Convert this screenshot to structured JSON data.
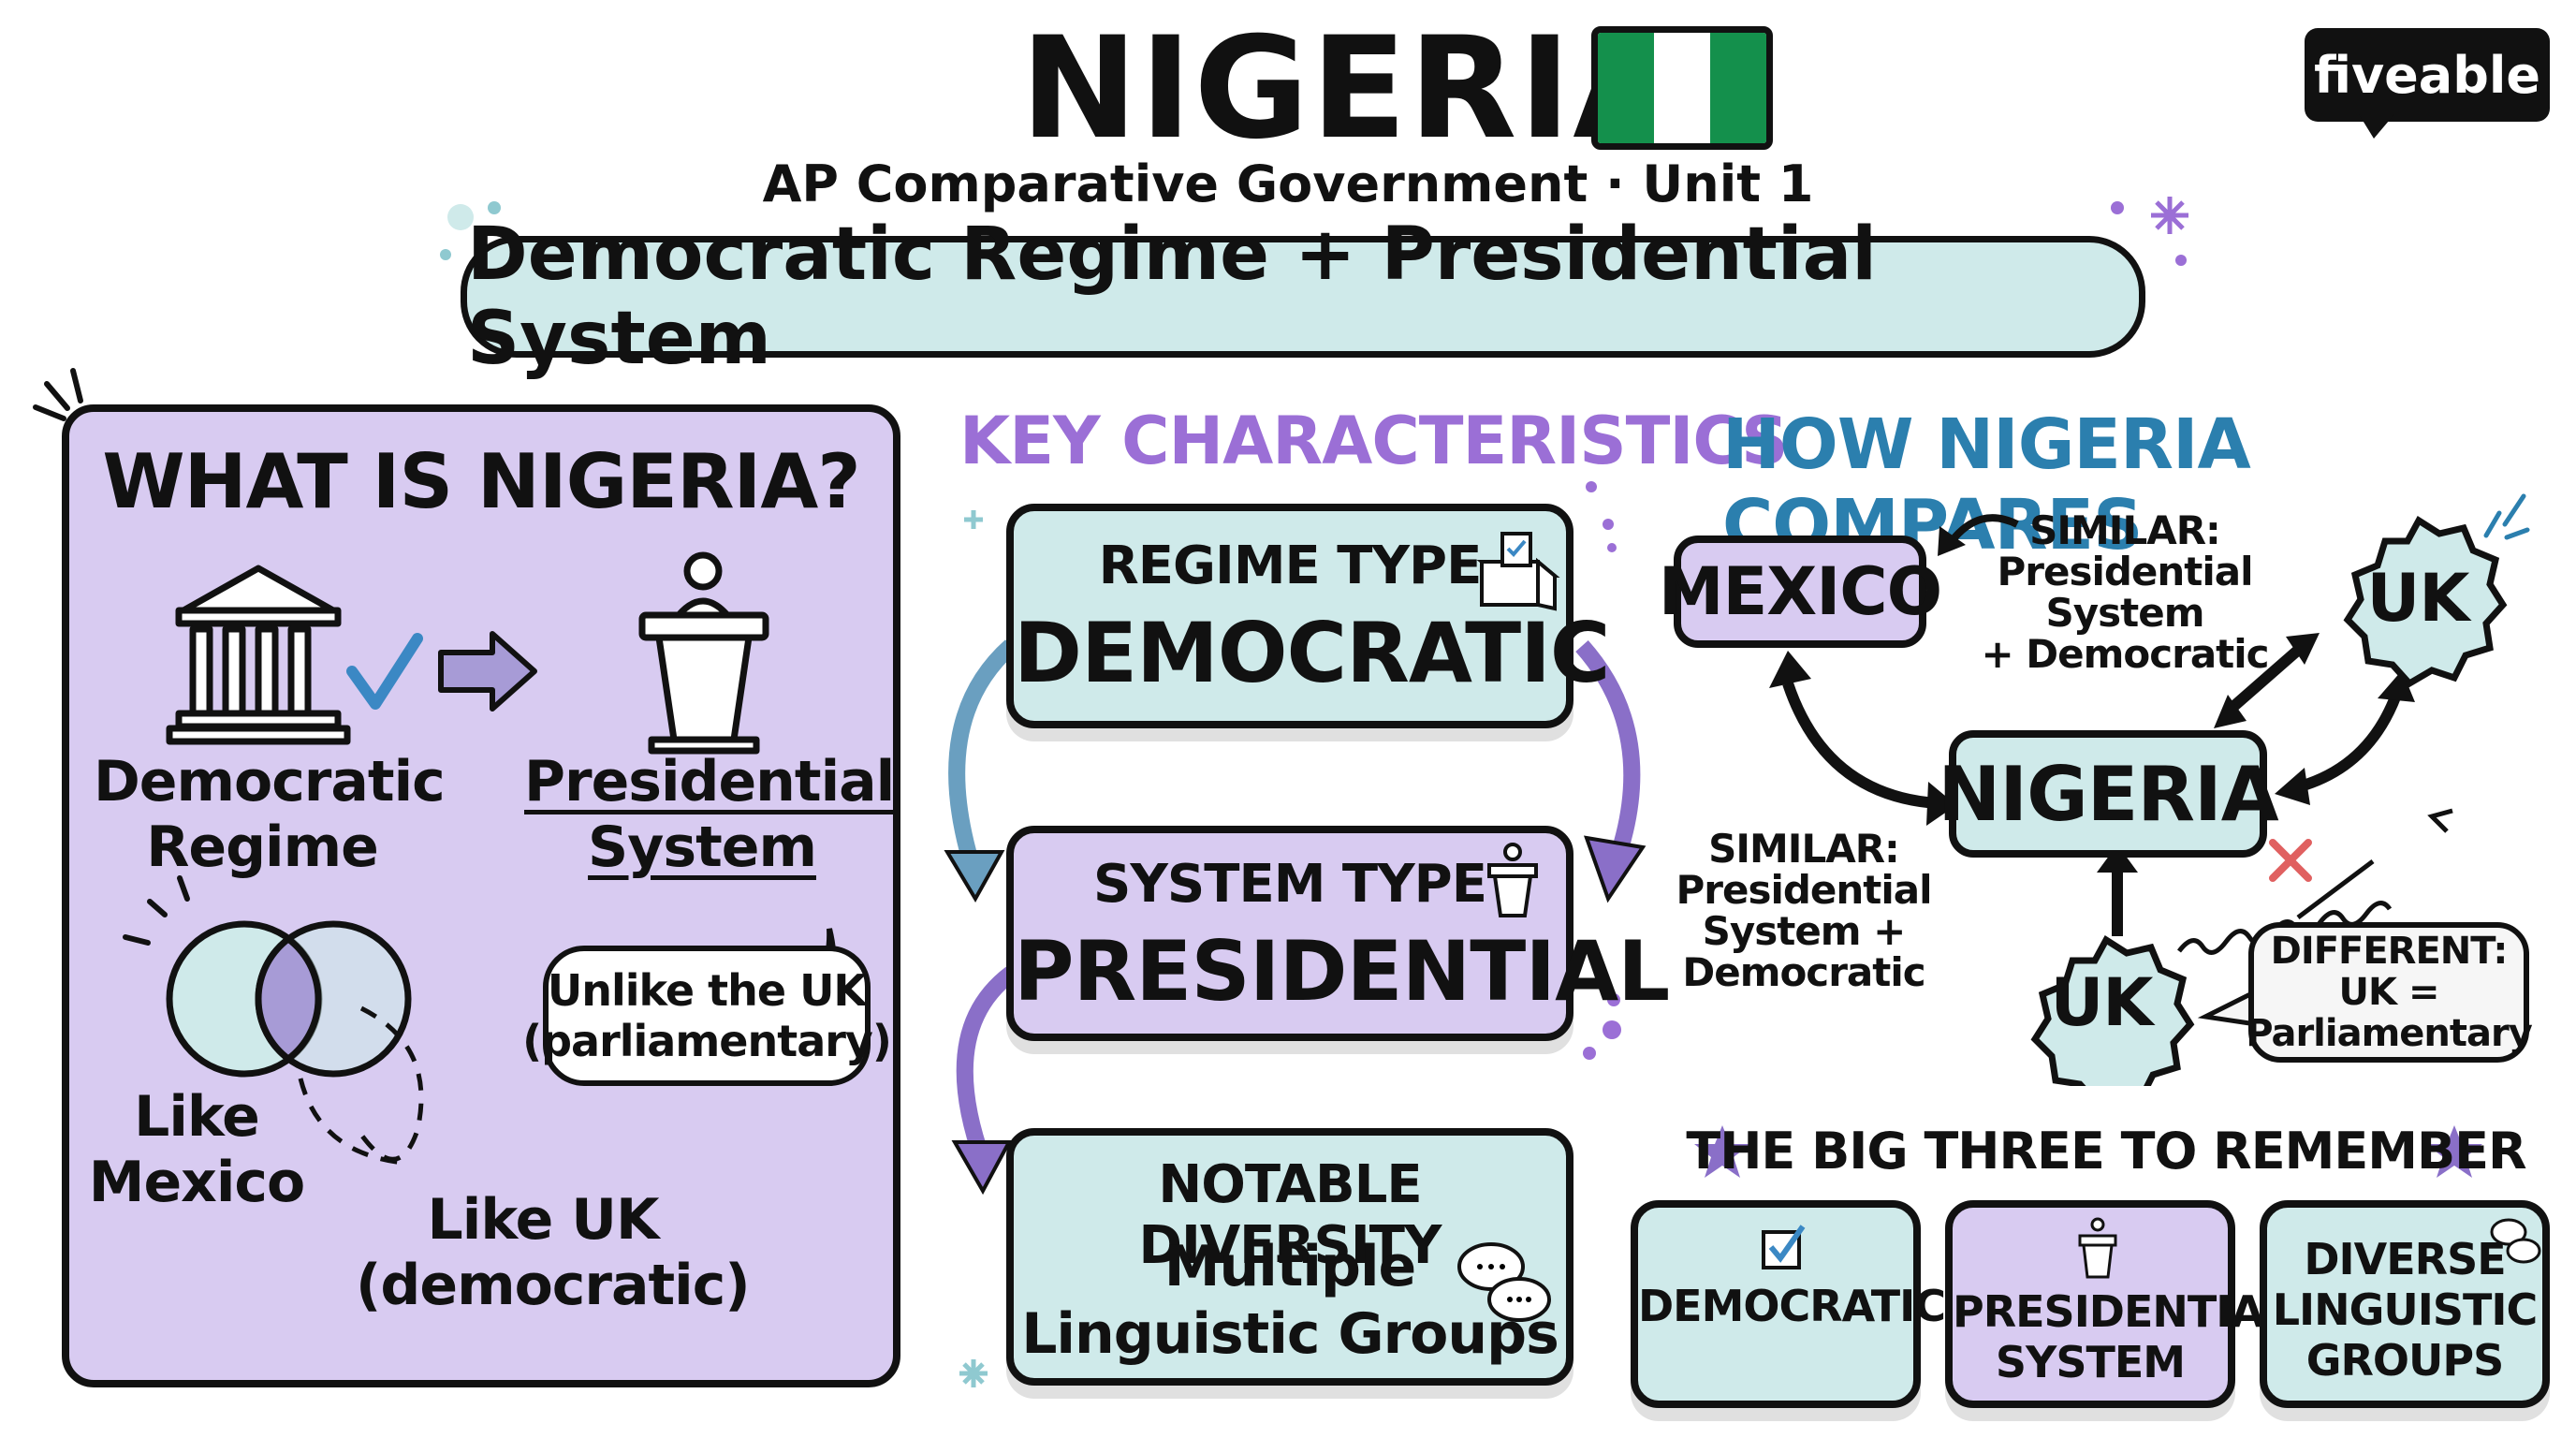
{
  "header": {
    "title": "NIGERIA",
    "subtitle": "AP Comparative Government · Unit 1",
    "banner": "Democratic Regime + Presidential System",
    "flag_colors": [
      "#14904c",
      "#ffffff",
      "#14904c"
    ]
  },
  "logo": {
    "text": "fiveable"
  },
  "left_panel": {
    "heading": "WHAT IS NIGERIA?",
    "democratic_label": "Democratic\nRegime",
    "presidential_label": "Presidential\nSystem",
    "unlike_bubble": "Unlike the UK\n(parliamentary)",
    "like_mexico": "Like\nMexico",
    "like_uk": "Like UK\n(democratic)"
  },
  "key_characteristics": {
    "heading": "KEY CHARACTERISTICS",
    "cards": [
      {
        "small": "REGIME TYPE",
        "big": "DEMOCRATIC"
      },
      {
        "small": "SYSTEM TYPE",
        "big": "PRESIDENTIAL"
      },
      {
        "small": "NOTABLE DIVERSITY",
        "mid": "Multiple\nLinguistic Groups"
      }
    ]
  },
  "compare": {
    "heading": "HOW NIGERIA COMPARES",
    "mexico": "MEXICO",
    "nigeria": "NIGERIA",
    "uk_top": "UK",
    "uk_bottom": "UK",
    "similar_top": "SIMILAR:\nPresidential System\n+ Democratic",
    "similar_left": "SIMILAR:\nPresidential\nSystem +\nDemocratic",
    "different_bubble": "DIFFERENT:\nUK =\nParliamentary"
  },
  "big_three": {
    "heading": "THE BIG THREE TO REMEMBER",
    "items": [
      "DEMOCRATIC",
      "PRESIDENTIAL\nSYSTEM",
      "DIVERSE\nLINGUISTIC\nGROUPS"
    ]
  },
  "colors": {
    "teal": "#cfeaea",
    "purple": "#d8cbf1",
    "heading_purple": "#9b6fd6",
    "heading_blue": "#2b7fae",
    "check_blue": "#3b88c4",
    "cross_red": "#e06060"
  }
}
